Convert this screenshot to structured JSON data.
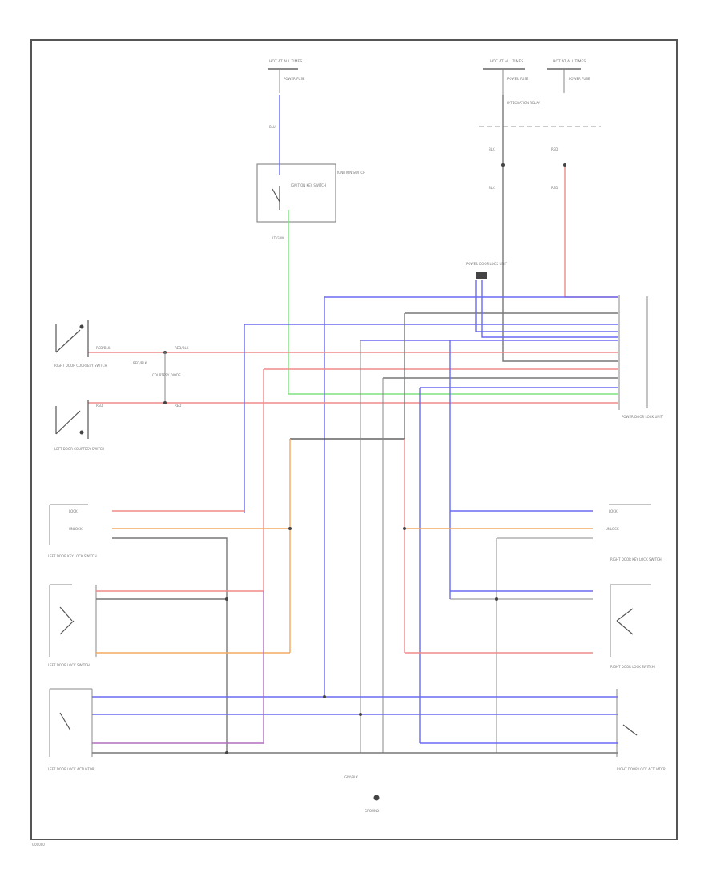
{
  "diagram": {
    "fuse_left": {
      "header": "HOT AT ALL TIMES",
      "fuse_label": "POWER FUSE",
      "wire_color": "BLU"
    },
    "fuse_mid": {
      "header": "HOT AT ALL TIMES",
      "fuse_label": "POWER FUSE",
      "sublabel": "INTEGRATION RELAY",
      "wire_color": "BLK"
    },
    "fuse_right": {
      "header": "HOT AT ALL TIMES",
      "fuse_label": "POWER FUSE",
      "wire_color": "RED"
    },
    "ignition_switch": {
      "label": "IGNITION SWITCH",
      "inner_label": "IGNITION KEY SWITCH",
      "wire_color": "LT GRN"
    },
    "power_door_lock_relay": {
      "label": "POWER DOOR LOCK UNIT"
    },
    "right_door_courtesy": {
      "label": "RIGHT DOOR COURTESY SWITCH",
      "wire_color": "RED/BLK"
    },
    "left_door_courtesy": {
      "label": "LEFT DOOR COURTESY SWITCH",
      "wire_color": "RED"
    },
    "courtesy_diode": {
      "label": "COURTESY DIODE"
    },
    "left_door_lock_switch": {
      "label": "LEFT DOOR KEY LOCK SWITCH",
      "lock": "LOCK",
      "unlock": "UNLOCK"
    },
    "right_door_lock_switch": {
      "label": "RIGHT DOOR KEY LOCK SWITCH",
      "lock": "LOCK",
      "unlock": "UNLOCK"
    },
    "left_door_lock_actuator": {
      "label": "LEFT DOOR LOCK SWITCH"
    },
    "right_door_lock_actuator": {
      "label": "RIGHT DOOR LOCK SWITCH"
    },
    "left_door_lock_motor": {
      "label": "LEFT DOOR LOCK ACTUATOR"
    },
    "right_door_lock_motor": {
      "label": "RIGHT DOOR LOCK ACTUATOR"
    },
    "ground": {
      "label": "GROUND",
      "wire_color": "GRY/BLK"
    },
    "footer_code": "G00000",
    "wire_colors": {
      "red": "#f08a8a",
      "blue": "#6a6af2",
      "green": "#7ee27e",
      "orange": "#f4a860",
      "gray": "#777777",
      "purple": "#b06fbf"
    }
  }
}
